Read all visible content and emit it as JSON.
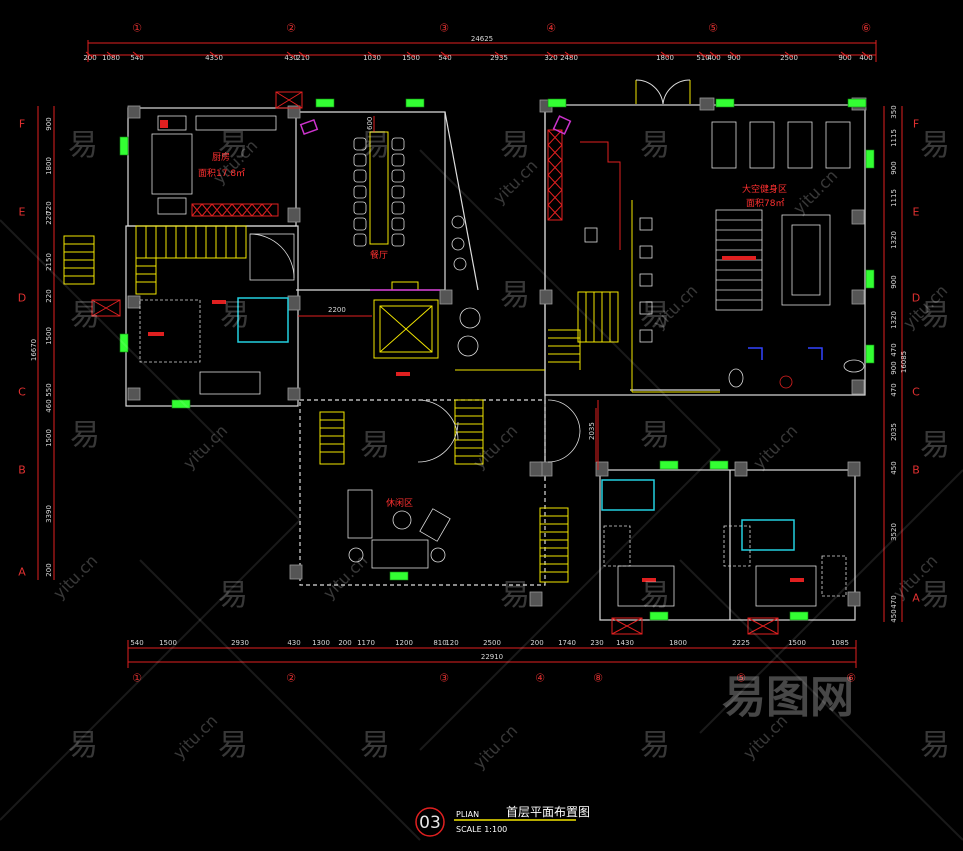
{
  "colors": {
    "background": "#000000",
    "dimension_red": "#e02020",
    "wall_white": "#dcdcdc",
    "yellow": "#f2e600",
    "green": "#33ff33",
    "cyan": "#22d0e0",
    "magenta": "#cc33cc",
    "blue": "#3344ff"
  },
  "top_axes": [
    "①",
    "②",
    "③",
    "④",
    "⑤",
    "⑥"
  ],
  "bottom_axes": [
    "①",
    "②",
    "③",
    "④",
    "⑧",
    "⑤",
    "⑥"
  ],
  "left_axes": [
    "F",
    "E",
    "D",
    "C",
    "B",
    "A"
  ],
  "right_axes": [
    "F",
    "E",
    "D",
    "C",
    "B",
    "A"
  ],
  "top_total": "24625",
  "top_dims": [
    "200",
    "1080",
    "540",
    "4350",
    "430",
    "210",
    "1030",
    "1500",
    "540",
    "2935",
    "320",
    "2480",
    "1800",
    "510",
    "400",
    "900",
    "2500",
    "900",
    "400"
  ],
  "bottom_total": "22910",
  "bottom_dims": [
    "540",
    "1500",
    "2930",
    "430",
    "1300",
    "200",
    "1170",
    "1200",
    "810",
    "120",
    "2500",
    "200",
    "1740",
    "230",
    "1430",
    "1800",
    "2225",
    "1500",
    "1085"
  ],
  "left_total": "16670",
  "left_dims": [
    "900",
    "1800",
    "720",
    "220",
    "2150",
    "220",
    "1500",
    "550",
    "460",
    "1500",
    "3390",
    "200"
  ],
  "right_total": "16085",
  "right_dims": [
    "350",
    "1115",
    "900",
    "1115",
    "1320",
    "900",
    "1320",
    "470",
    "900",
    "470",
    "2035",
    "450",
    "3520",
    "470",
    "450"
  ],
  "interior_dims": [
    "2200",
    "2035",
    "600"
  ],
  "rooms": {
    "kitchen_name": "厨房",
    "kitchen_area": "面积17.8㎡",
    "dining": "餐厅",
    "fitness_name": "大空健身区",
    "fitness_area": "面积78㎡",
    "lounge": "休闲区"
  },
  "title_block": {
    "number": "03",
    "plan": "PLIAN",
    "title": "首层平面布置图",
    "scale": "SCALE 1:100"
  },
  "watermarks": {
    "glyph": "易",
    "domain": "yitu.cn",
    "logo": "易图网"
  }
}
